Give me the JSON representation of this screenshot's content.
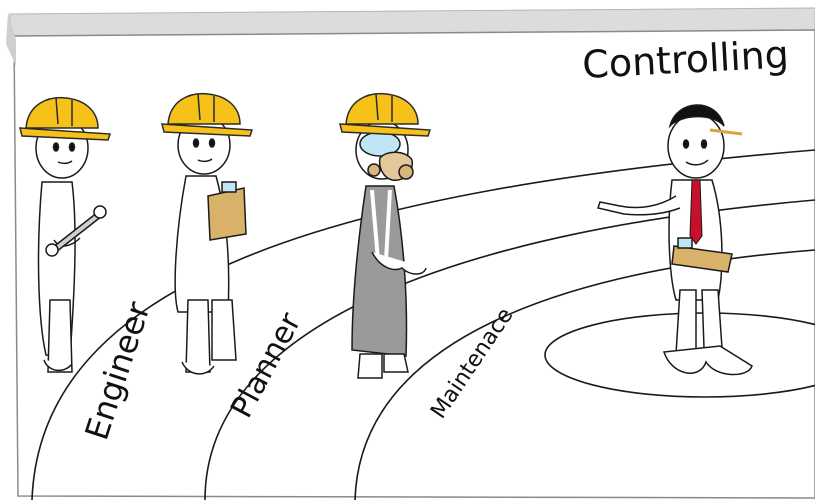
{
  "labels": {
    "controlling": "Controlling",
    "engineer": "Engineer",
    "planner": "Planner",
    "maintenance": "Maintenace"
  },
  "colors": {
    "hardhat": "#f6c21a",
    "hardhat_outline": "#2b2b2b",
    "tie": "#c8102e",
    "respirator": "#e2c89a",
    "goggles": "#bfe6f5",
    "clipboard": "#d9b26a",
    "overall": "#9a9a9a",
    "board_frame": "#d9d9d9"
  },
  "icons": [
    "hard-hat-icon",
    "wrench-icon",
    "clipboard-icon",
    "respirator-icon",
    "necktie-icon"
  ]
}
